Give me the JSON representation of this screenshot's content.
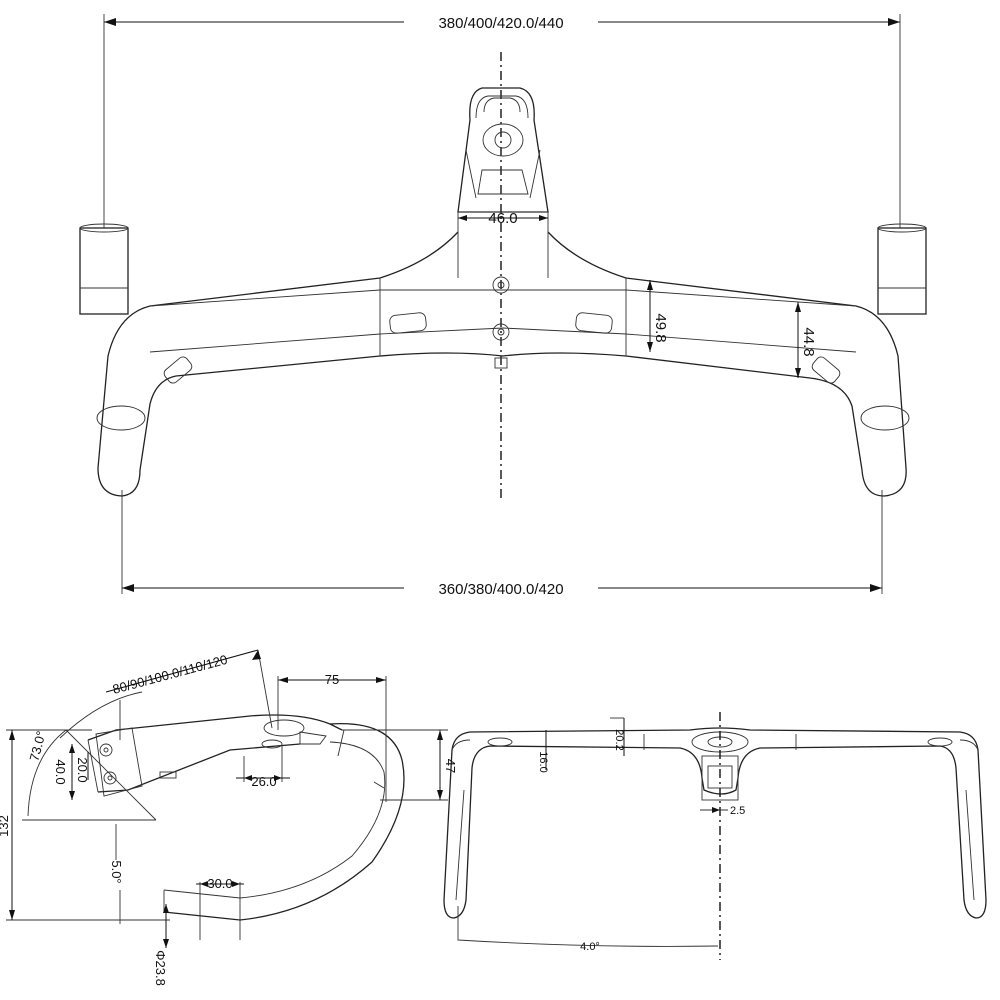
{
  "front_view": {
    "top_width": "380/400/420.0/440",
    "bottom_width": "360/380/400.0/420",
    "stem_width": "46.0",
    "center_height": "49.8",
    "side_height": "44.8"
  },
  "side_view": {
    "stem_length": "80/90/100.0/110/120",
    "reach": "75",
    "stem_angle": "73.0°",
    "bolt_spacing": "40.0",
    "bolt_spacing_small": "20.0",
    "clamp_width": "26.0",
    "rise": "47",
    "drop": "132",
    "flare_angle": "5.0°",
    "drop_segment": "30.0",
    "tube_diameter": "Φ23.8"
  },
  "rear_view": {
    "height_a": "16.0",
    "height_b": "20.2",
    "offset": "2.5",
    "outsweep": "4.0°"
  }
}
